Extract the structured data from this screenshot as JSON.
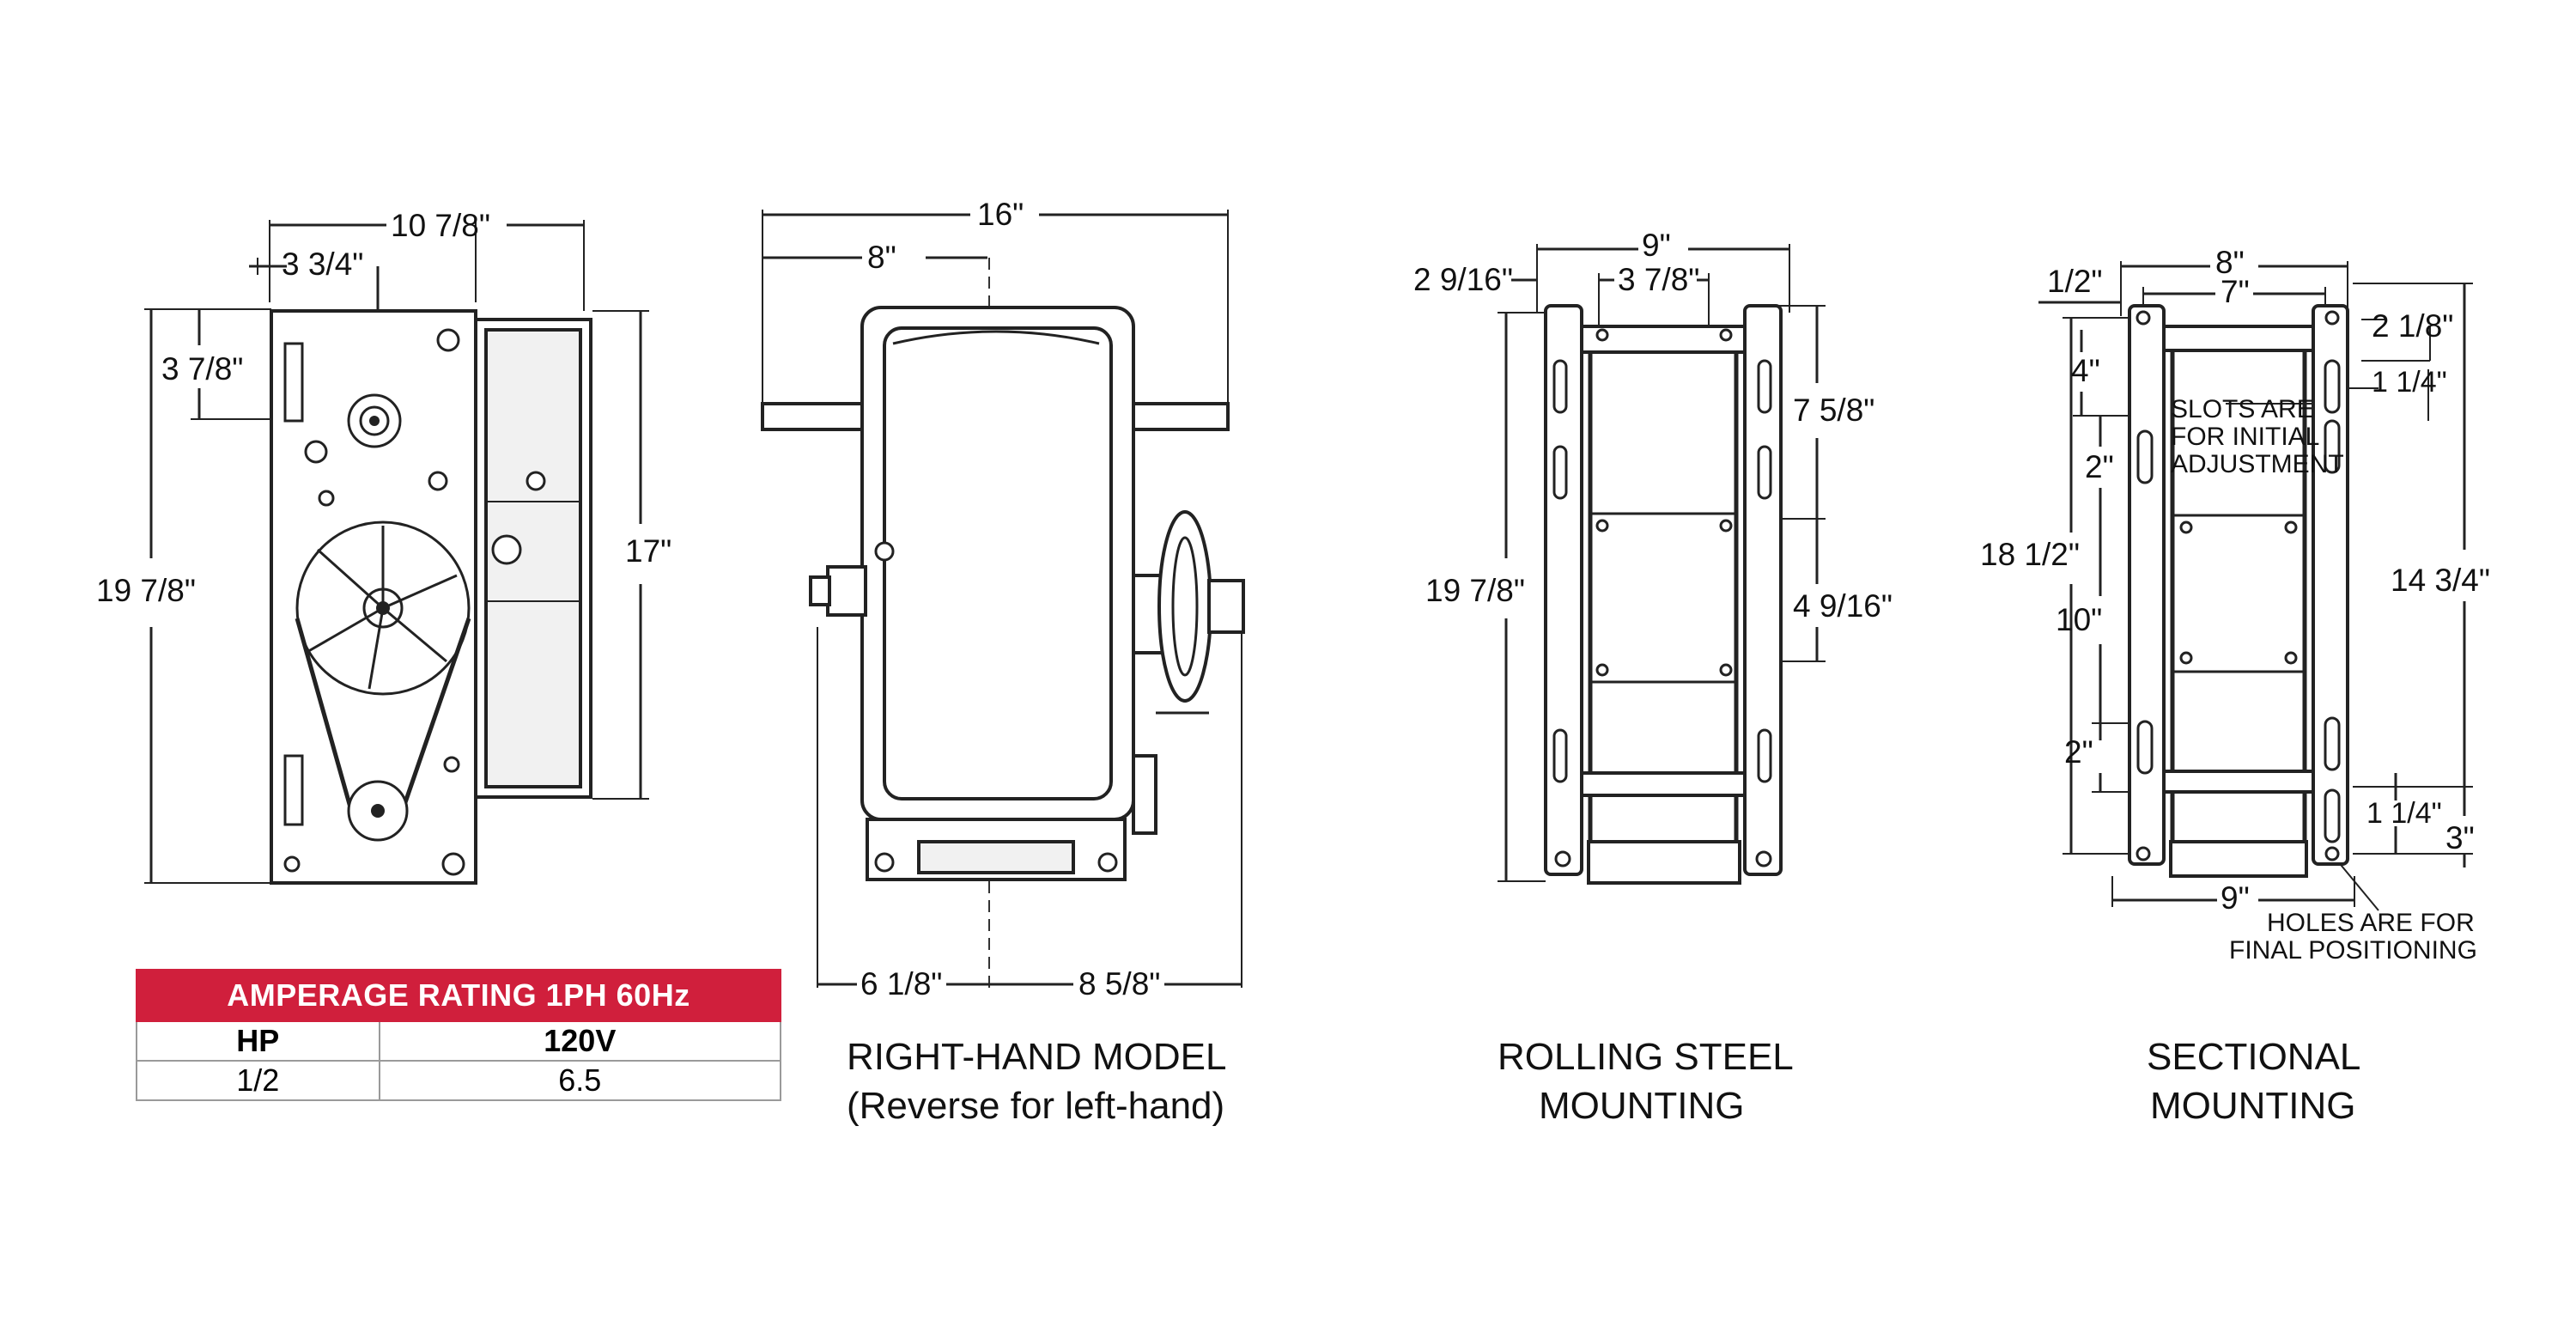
{
  "views": {
    "front": {
      "dims": {
        "width_top": "10 7/8\"",
        "offset_shaft": "3 3/4\"",
        "height_shaft": "3 7/8\"",
        "height_total": "19 7/8\"",
        "height_motor": "17\""
      }
    },
    "side": {
      "dims": {
        "width_total": "16\"",
        "half": "8\"",
        "left_bottom": "6 1/8\"",
        "right_bottom": "8 5/8\""
      },
      "caption_line1": "RIGHT-HAND MODEL",
      "caption_line2": "(Reverse for left-hand)"
    },
    "rolling": {
      "dims": {
        "width": "9\"",
        "left_offset": "2 9/16\"",
        "inner": "3 7/8\"",
        "upper_right": "7 5/8\"",
        "height": "19 7/8\"",
        "mid_right": "4 9/16\""
      },
      "caption_line1": "ROLLING STEEL",
      "caption_line2": "MOUNTING"
    },
    "sectional": {
      "dims": {
        "top_width": "8\"",
        "inner_width": "7\"",
        "half_in": "1/2\"",
        "right_top": "2 1/8\"",
        "slot_right": "1 1/4\"",
        "four": "4\"",
        "slot_two_top": "2\"",
        "height_left": "18 1/2\"",
        "ten": "10\"",
        "height_right": "14 3/4\"",
        "slot_two_bottom": "2\"",
        "slot_right_bottom": "1 1/4\"",
        "three": "3\"",
        "bottom_width": "9\""
      },
      "slots_note_line1": "SLOTS ARE",
      "slots_note_line2": "FOR INITIAL",
      "slots_note_line3": "ADJUSTMENT",
      "holes_note_line1": "HOLES ARE FOR",
      "holes_note_line2": "FINAL POSITIONING",
      "caption_line1": "SECTIONAL",
      "caption_line2": "MOUNTING"
    }
  },
  "amperage_table": {
    "title": "AMPERAGE RATING 1PH 60Hz",
    "headers": [
      "HP",
      "120V"
    ],
    "row": [
      "1/2",
      "6.5"
    ],
    "accent_color": "#d01f3c"
  }
}
